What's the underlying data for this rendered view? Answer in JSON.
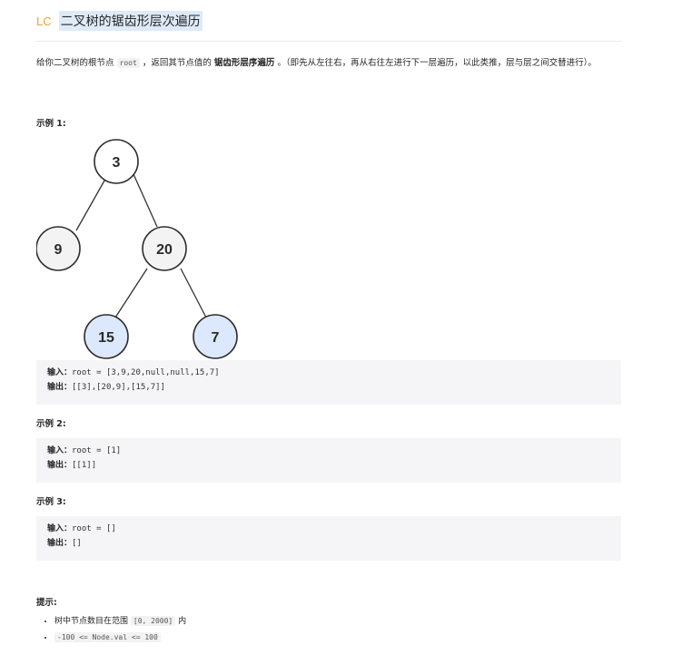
{
  "header": {
    "logo": "LC",
    "title": "二叉树的锯齿形层次遍历"
  },
  "description": {
    "part1": "给你二叉树的根节点 ",
    "code": "root",
    "part2": " ，返回其节点值的 ",
    "bold": "锯齿形层序遍历",
    "part3": " 。（即先从左往右，再从右往左进行下一层遍历，以此类推，层与层之间交替进行）。"
  },
  "examples": [
    {
      "heading": "示例 1:",
      "input_label": "输入：",
      "input": "root = [3,9,20,null,null,15,7]",
      "output_label": "输出：",
      "output": "[[3],[20,9],[15,7]]"
    },
    {
      "heading": "示例 2:",
      "input_label": "输入：",
      "input": "root = [1]",
      "output_label": "输出：",
      "output": "[[1]]"
    },
    {
      "heading": "示例 3:",
      "input_label": "输入：",
      "input": "root = []",
      "output_label": "输出：",
      "output": "[]"
    }
  ],
  "tree": {
    "nodes": [
      {
        "label": "3",
        "fill": "#ffffff"
      },
      {
        "label": "9",
        "fill": "#f3f3f3"
      },
      {
        "label": "20",
        "fill": "#f3f3f3"
      },
      {
        "label": "15",
        "fill": "#dce8fb"
      },
      {
        "label": "7",
        "fill": "#dce8fb"
      }
    ]
  },
  "hints": {
    "heading": "提示:",
    "items": [
      {
        "pre": "树中节点数目在范围 ",
        "code": "[0, 2000]",
        "post": " 内"
      },
      {
        "pre": "",
        "code": "-100 <= Node.val <= 100",
        "post": ""
      }
    ]
  }
}
